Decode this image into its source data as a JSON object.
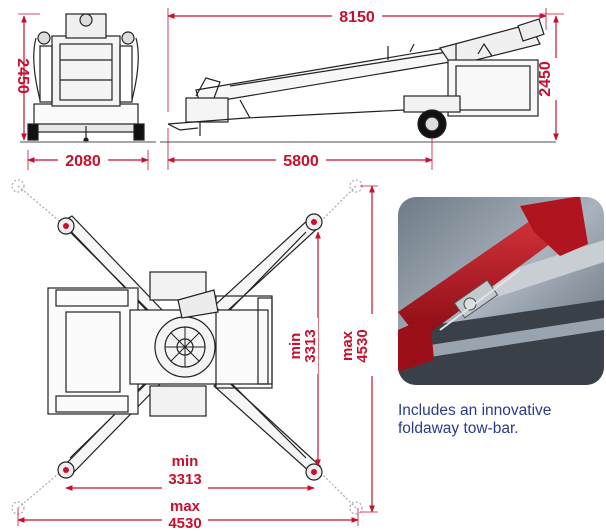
{
  "colors": {
    "dimension": "#c8102e",
    "caption": "#2a3a8c",
    "drawing": "#222222",
    "boom_red": "#b0141e"
  },
  "dimensions": {
    "front_height": "2450",
    "front_width": "2080",
    "side_length": "8150",
    "side_height": "2450",
    "wheelbase": "5800",
    "top_min_vertical_a": "min",
    "top_min_vertical_b": "3313",
    "top_max_vertical_a": "max",
    "top_max_vertical_b": "4530",
    "top_min_horizontal_a": "min",
    "top_min_horizontal_b": "3313",
    "top_max_horizontal_a": "max",
    "top_max_horizontal_b": "4530"
  },
  "caption": {
    "line1": "Includes an innovative",
    "line2": "foldaway tow-bar."
  },
  "photo": {
    "subject": "foldaway-tow-bar-photo"
  }
}
